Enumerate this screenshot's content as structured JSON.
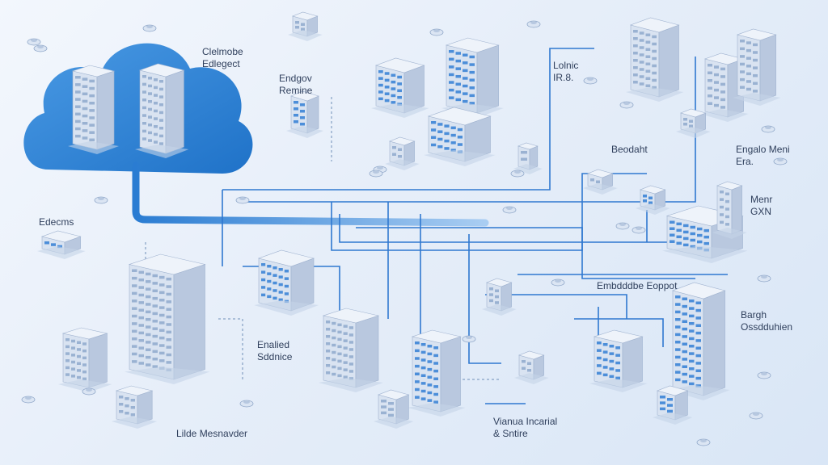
{
  "colors": {
    "background": "#eaf1fb",
    "cloud": "#2f86d8",
    "line": "#2f78d0",
    "building_side": "#b9c8df",
    "building_front": "#d9e3f1",
    "building_top": "#eef3fa",
    "window": "#3c84d6"
  },
  "labels": {
    "cloud": {
      "line1": "Clelmobe",
      "line2": "Edlegect"
    },
    "endgov": {
      "line1": "Endgov",
      "line2": "Remine"
    },
    "lolnic": {
      "line1": "Lolnic",
      "line2": "IR.8."
    },
    "beodaht": {
      "line1": "Beodaht"
    },
    "engalo": {
      "line1": "Engalo Meni",
      "line2": "Era."
    },
    "edecms": {
      "line1": "Edecms"
    },
    "menr": {
      "line1": "Menr",
      "line2": "GXN"
    },
    "embedde": {
      "line1": "Embdddbe Eoppot"
    },
    "bargh": {
      "line1": "Bargh",
      "line2": "Ossdduhien"
    },
    "enalied": {
      "line1": "Enalied",
      "line2": "Sddnice"
    },
    "lilde": {
      "line1": "Lilde Mesnavder"
    },
    "vianua": {
      "line1": "Vianua Incarial",
      "line2": "& Sntire"
    }
  }
}
